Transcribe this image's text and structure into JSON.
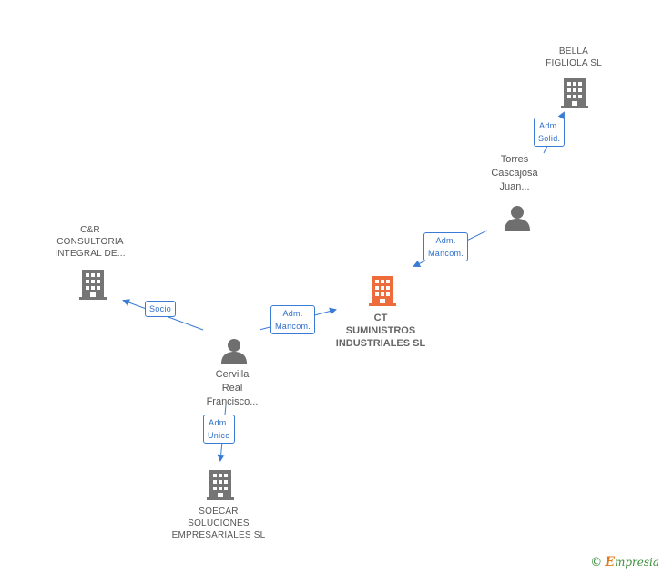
{
  "nodes": {
    "bella": {
      "line1": "BELLA",
      "line2": "FIGLIOLA SL"
    },
    "torres": {
      "line1": "Torres",
      "line2": "Cascajosa",
      "line3": "Juan..."
    },
    "cr": {
      "line1": "C&R",
      "line2": "CONSULTORIA",
      "line3": "INTEGRAL DE..."
    },
    "ct": {
      "line1": "CT",
      "line2": "SUMINISTROS",
      "line3": "INDUSTRIALES SL"
    },
    "cervilla": {
      "line1": "Cervilla",
      "line2": "Real",
      "line3": "Francisco..."
    },
    "soecar": {
      "line1": "SOECAR",
      "line2": "SOLUCIONES",
      "line3": "EMPRESARIALES SL"
    }
  },
  "relations": {
    "adm_solid": {
      "line1": "Adm.",
      "line2": "Solid."
    },
    "adm_mancom_1": {
      "line1": "Adm.",
      "line2": "Mancom."
    },
    "socio": {
      "line1": "Socio"
    },
    "adm_mancom_2": {
      "line1": "Adm.",
      "line2": "Mancom."
    },
    "adm_unico": {
      "line1": "Adm.",
      "line2": "Unico"
    }
  },
  "colors": {
    "edge": "#3a7bd5",
    "company_icon": "#757575",
    "person_icon": "#6f6f6f",
    "main_company_icon": "#ee6b3b"
  },
  "footer": {
    "copyright": "©",
    "brand_first": "E",
    "brand_rest": "mpresia"
  }
}
